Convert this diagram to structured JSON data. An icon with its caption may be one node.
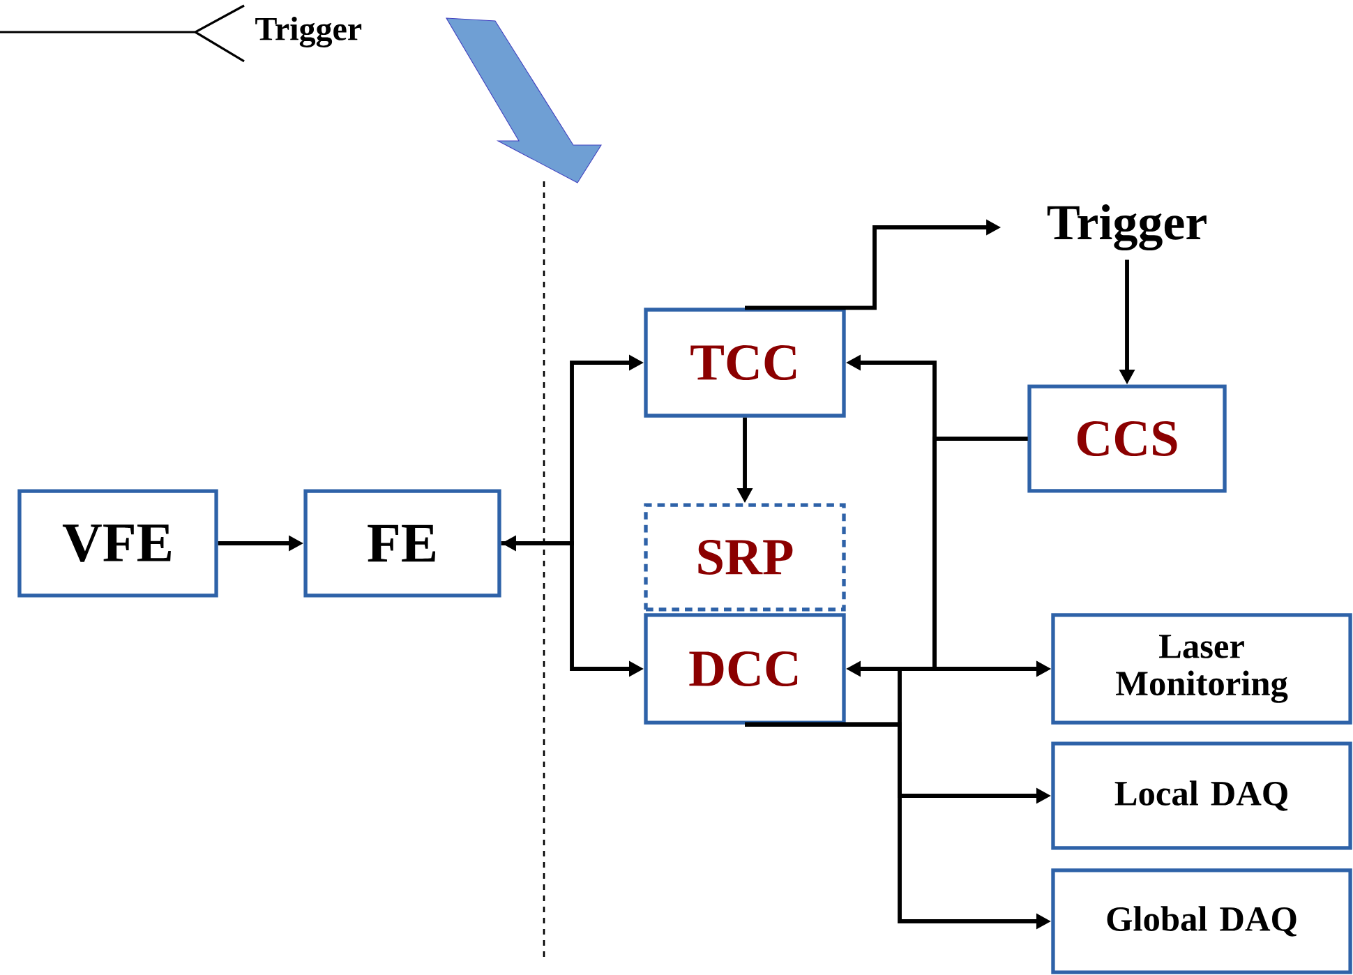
{
  "diagram": {
    "nodes": [
      {
        "text": [
          "VFE"
        ]
      },
      {
        "text": [
          "FE"
        ]
      },
      {
        "text": [
          "TCC"
        ]
      },
      {
        "text": [
          "SRP"
        ]
      },
      {
        "text": [
          "DCC"
        ]
      },
      {
        "text": [
          "Trigger"
        ]
      },
      {
        "text": [
          "CCS"
        ]
      },
      {
        "text": [
          "Laser Monitoring"
        ]
      },
      {
        "text": [
          "Local DAQ"
        ]
      },
      {
        "text": [
          "Global DAQ"
        ]
      }
    ],
    "edges": [
      {
        "from": 0,
        "to": 1,
        "arrow": "to"
      },
      {
        "from": 1,
        "to": 2,
        "arrow": "both"
      },
      {
        "from": 1,
        "to": 4,
        "arrow": "to"
      },
      {
        "from": 2,
        "to": 5,
        "arrow": "to"
      },
      {
        "from": 5,
        "to": 6,
        "arrow": "to"
      },
      {
        "from": 2,
        "to": 3,
        "arrow": "to"
      },
      {
        "from": 6,
        "to": 2,
        "arrow": "to"
      },
      {
        "from": 6,
        "to": 4,
        "arrow": "to"
      },
      {
        "from": 6,
        "to": 7,
        "arrow": "to"
      },
      {
        "from": 4,
        "to": 7,
        "arrow": "to"
      },
      {
        "from": 4,
        "to": 8,
        "arrow": "to"
      },
      {
        "from": 4,
        "to": 9,
        "arrow": "to"
      }
    ],
    "labels": [
      "Trigger"
    ]
  }
}
